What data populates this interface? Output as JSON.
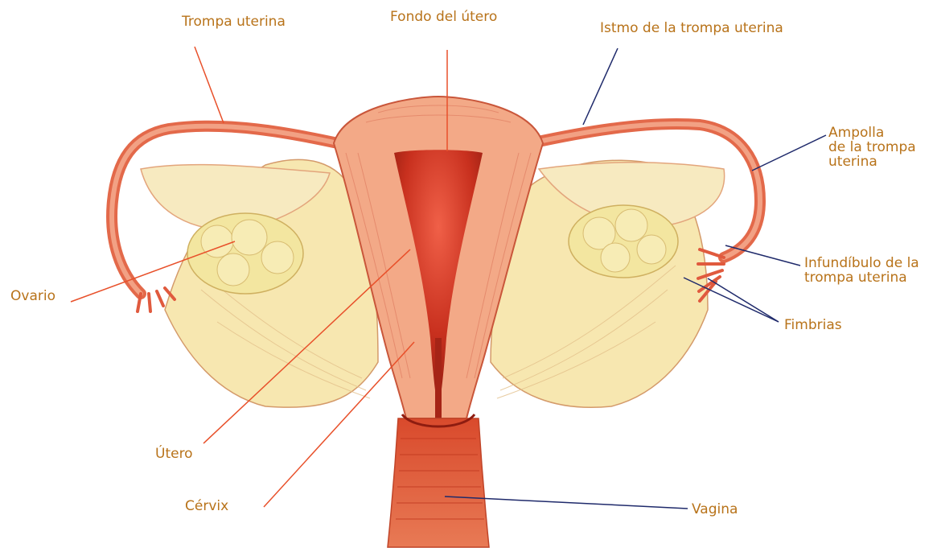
{
  "labels": {
    "trompa_uterina": "Trompa uterina",
    "fondo_utero": "Fondo del útero",
    "istmo": "Istmo de la trompa uterina",
    "ampolla": [
      "Ampolla",
      "de la trompa",
      "uterina"
    ],
    "ovario": "Ovario",
    "infundibulo": [
      "Infundíbulo de la",
      "trompa uterina"
    ],
    "fimbrias": "Fimbrias",
    "utero": "Útero",
    "cervix": "Cérvix",
    "vagina": "Vagina"
  },
  "colors": {
    "label_text": "#b8731a",
    "leader_orange": "#e8502a",
    "leader_navy": "#1f2a6b",
    "tissue_red": "#d9452e",
    "tissue_pink": "#f0a58a",
    "ligament_cream": "#f7e7b0",
    "ovary_yellow": "#f3e6a0"
  }
}
